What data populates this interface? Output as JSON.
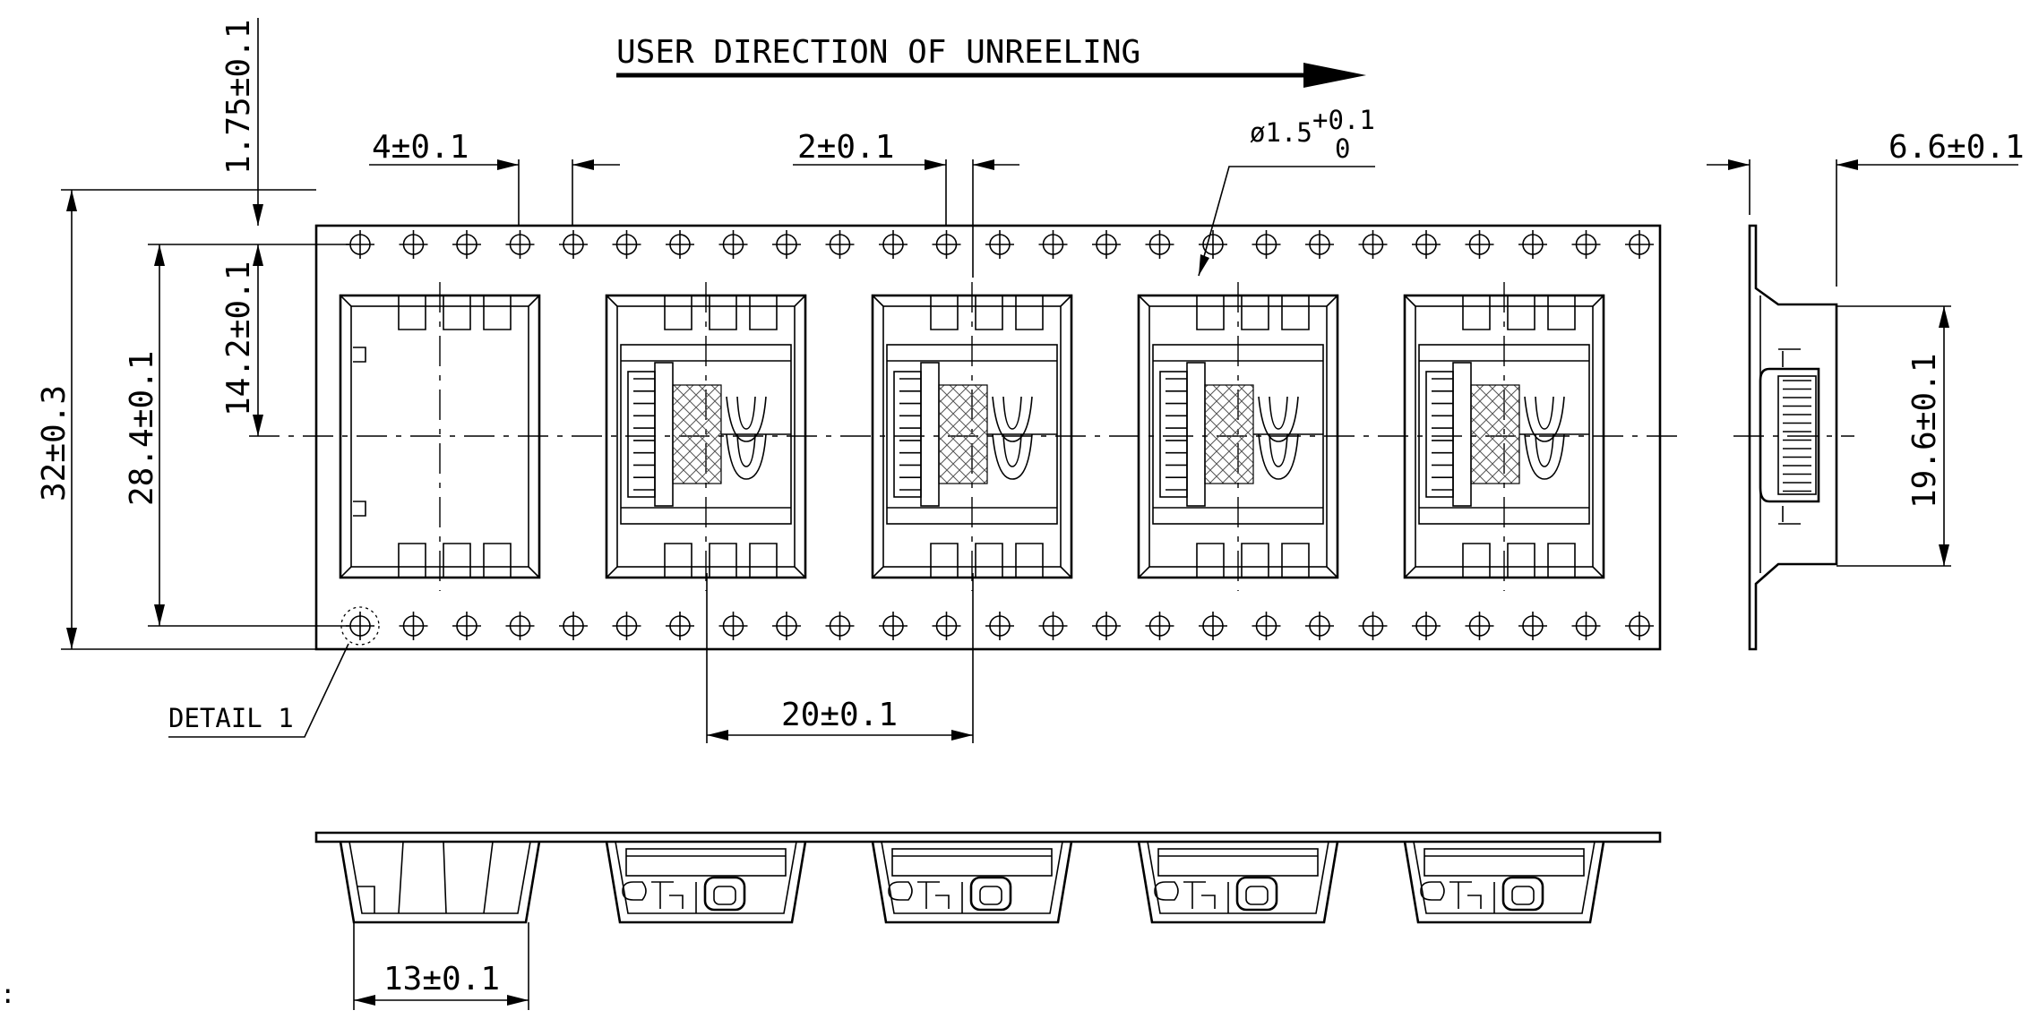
{
  "drawing": {
    "title": "USER DIRECTION OF UNREELING",
    "detail_label": "DETAIL 1",
    "stray_mark": ":",
    "dimensions": {
      "top_edge_to_hole": "1.75±0.1",
      "sprocket_pitch": "4±0.1",
      "hole_to_pocket_center": "2±0.1",
      "hole_diameter_main": "ø1.5",
      "hole_diameter_tol_plus": "+0.1",
      "hole_diameter_tol_minus": "0",
      "carrier_thickness": "6.6±0.1",
      "hole_line_to_center": "14.2±0.1",
      "tape_width": "32±0.3",
      "hole_line_spacing": "28.4±0.1",
      "pocket_pitch": "20±0.1",
      "pocket_width": "19.6±0.1",
      "pocket_depth_opening": "13±0.1"
    },
    "pocket_count": 5,
    "sprocket_holes_per_row": 25,
    "colors": {
      "ink": "#000000",
      "paper": "#ffffff"
    }
  }
}
